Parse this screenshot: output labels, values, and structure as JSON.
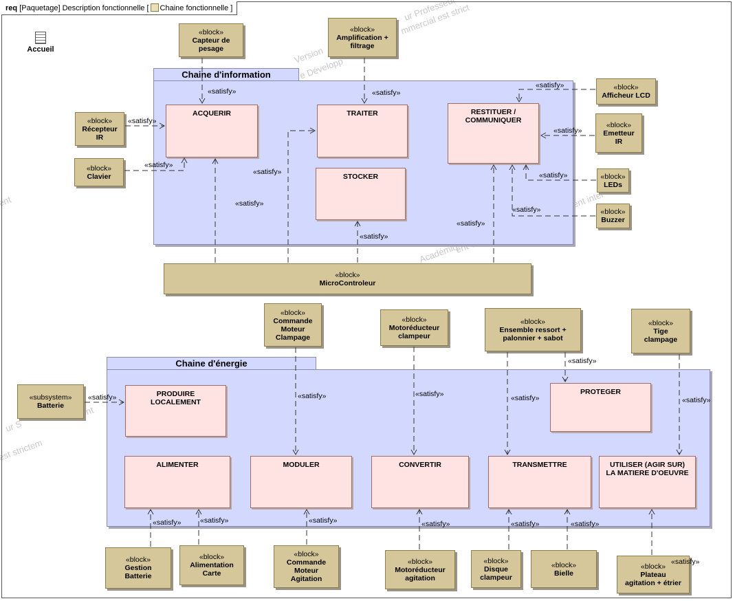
{
  "header": {
    "kind": "req",
    "path": "[Paquetage] Description fonctionnelle [",
    "diagram": "Chaine fonctionnelle",
    "close": "]"
  },
  "accueil": {
    "label": "Accueil"
  },
  "packages": {
    "info": "Chaine d'information",
    "energie": "Chaine d'énergie"
  },
  "blocks": {
    "capteur": {
      "st": "«block»",
      "nm": "Capteur de\npesage"
    },
    "ampli": {
      "st": "«block»",
      "nm": "Amplification +\nfiltrage"
    },
    "afficheur": {
      "st": "«block»",
      "nm": "Afficheur LCD"
    },
    "recepteur": {
      "st": "«block»",
      "nm": "Récepteur\nIR"
    },
    "clavier": {
      "st": "«block»",
      "nm": "Clavier"
    },
    "emetteur": {
      "st": "«block»",
      "nm": "Emetteur\nIR"
    },
    "leds": {
      "st": "«block»",
      "nm": "LEDs"
    },
    "buzzer": {
      "st": "«block»",
      "nm": "Buzzer"
    },
    "micro": {
      "st": "«block»",
      "nm": "MicroControleur"
    },
    "cmdclamp": {
      "st": "«block»",
      "nm": "Commande\nMoteur\nClampage"
    },
    "motoclamp": {
      "st": "«block»",
      "nm": "Motoréducteur\nclampeur"
    },
    "ressort": {
      "st": "«block»",
      "nm": "Ensemble ressort +\npalonnier + sabot"
    },
    "tige": {
      "st": "«block»",
      "nm": "Tige\nclampage"
    },
    "batterie": {
      "st": "«subsystem»",
      "nm": "Batterie"
    },
    "gestion": {
      "st": "«block»",
      "nm": "Gestion\nBatterie"
    },
    "alimcarte": {
      "st": "«block»",
      "nm": "Alimentation\nCarte"
    },
    "cmdagit": {
      "st": "«block»",
      "nm": "Commande\nMoteur\nAgitation"
    },
    "motoagit": {
      "st": "«block»",
      "nm": "Motoréducteur\nagitation"
    },
    "disque": {
      "st": "«block»",
      "nm": "Disque\nclampeur"
    },
    "bielle": {
      "st": "«block»",
      "nm": "Bielle"
    },
    "plateau": {
      "st": "«block»",
      "nm": "Plateau\nagitation + étrier"
    }
  },
  "requirements": {
    "acquerir": "ACQUERIR",
    "traiter": "TRAITER",
    "restituer": "RESTITUER /\nCOMMUNIQUER",
    "stocker": "STOCKER",
    "produire": "PRODUIRE\nLOCALEMENT",
    "proteger": "PROTEGER",
    "alimenter": "ALIMENTER",
    "moduler": "MODULER",
    "convertir": "CONVERTIR",
    "transmettre": "TRANSMETTRE",
    "utiliser": "UTILISER (AGIR SUR)\nLA MATIERE D'OEUVRE"
  },
  "relation": {
    "satisfy": "«satisfy»"
  },
  "watermark": [
    "Version",
    "ur Professeur",
    "mmercial est strict",
    "e Développ",
    "ent",
    "Académiq",
    "ent Con",
    "ent inter",
    "ur S",
    "est strictem",
    "ent"
  ]
}
